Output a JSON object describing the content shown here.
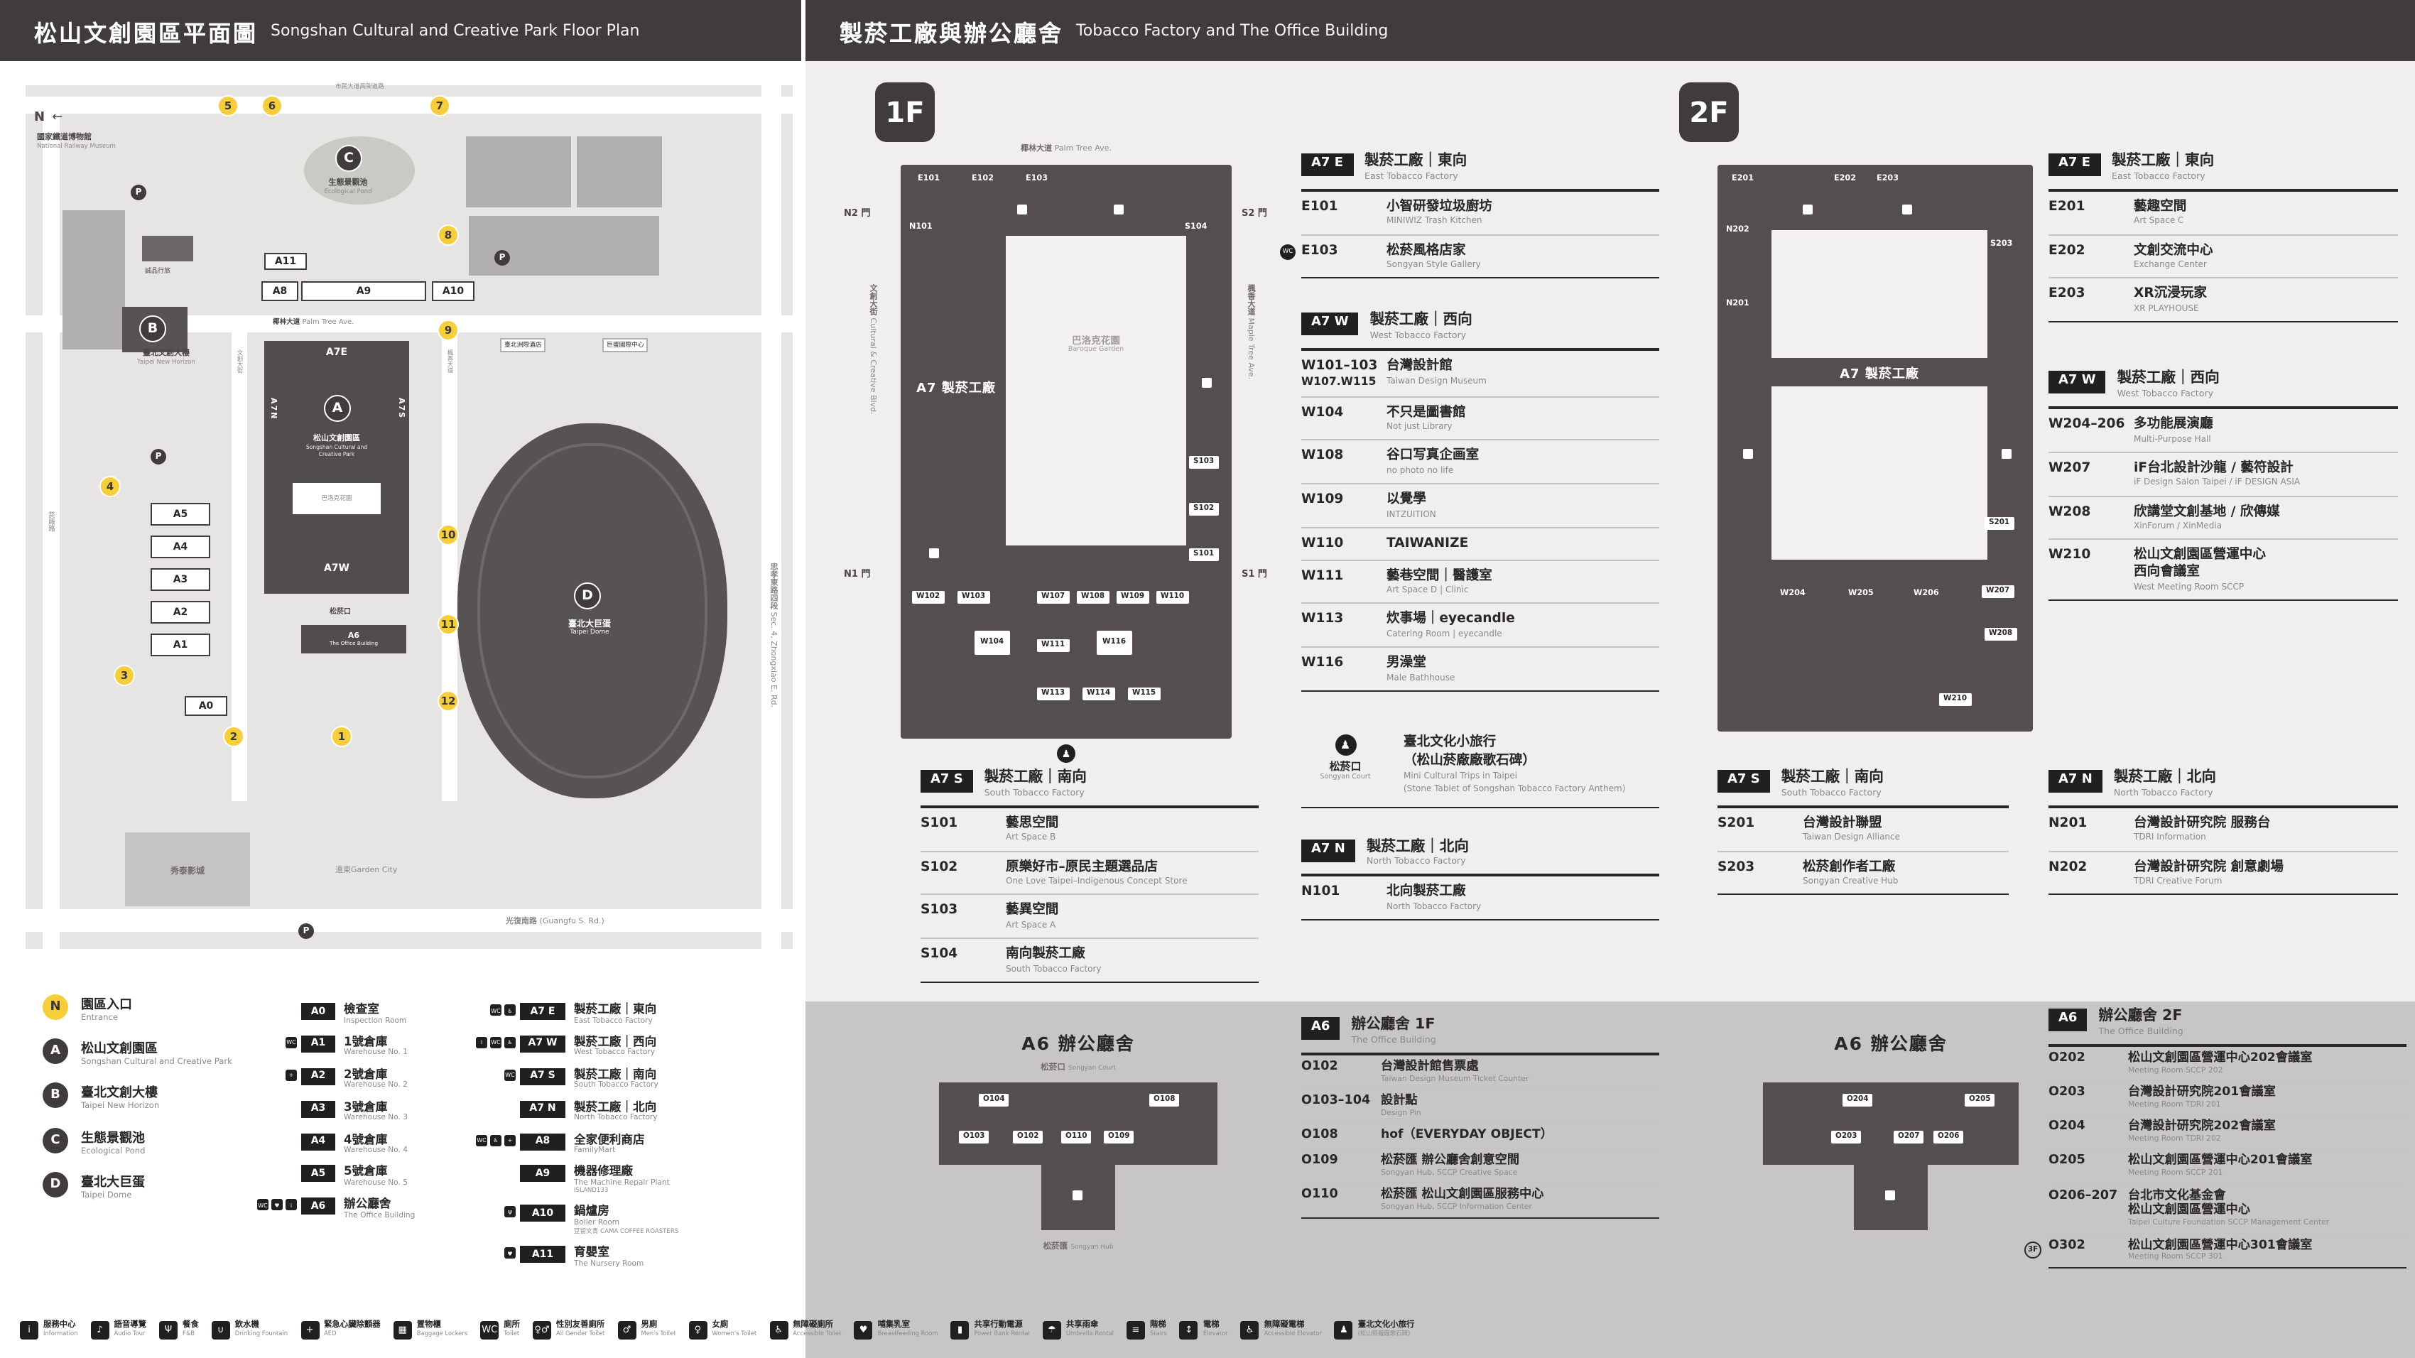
{
  "header": {
    "left": {
      "zh": "松山文創園區平面圖",
      "en": "Songshan Cultural and Creative Park Floor Plan"
    },
    "right": {
      "zh": "製菸工廠與辦公廳舍",
      "en": "Tobacco Factory and The Office Building"
    }
  },
  "colors": {
    "accent_yellow": "#f6cd3a",
    "dark": "#403c3e",
    "band_gray": "#c8c6c5"
  },
  "map": {
    "north": "N",
    "arrow": "←",
    "p": "P",
    "marker_numbers": [
      "1",
      "2",
      "3",
      "4",
      "5",
      "6",
      "7",
      "8",
      "9",
      "10",
      "11",
      "12"
    ],
    "pins": {
      "a": "A",
      "b": "B",
      "c": "C",
      "d": "D"
    },
    "boxes": [
      "A0",
      "A1",
      "A2",
      "A3",
      "A4",
      "A5",
      "A8",
      "A9",
      "A10",
      "A11"
    ],
    "labels": {
      "railway_zh": "國家鐵道博物館",
      "railway_en": "National Railway Museum",
      "eslite": "誠品行旅",
      "pond_zh": "生態景觀池",
      "pond_en": "Ecological Pond",
      "nh_zh": "臺北文創大樓",
      "nh_en": "Taipei New Horizon",
      "park_zh": "松山文創園區",
      "park_en1": "Songshan Cultural and",
      "park_en2": "Creative Park",
      "dome_zh": "臺北大巨蛋",
      "dome_en": "Taipei Dome",
      "a7e": "A7E",
      "a7w": "A7W",
      "a7n": "A7N",
      "a7s": "A7S",
      "office_a6": "A6",
      "office_en": "The Office Building",
      "court": "松菸口",
      "baroque": "巴洛克花園",
      "palm_zh": "椰林大道",
      "palm_en": "Palm Tree Ave.",
      "civic": "市民大道高架道路",
      "zx_zh": "忠孝東路四段",
      "zx_en": "Sec. 4, Zhongxiao E. Rd.",
      "gf_zh": "光復南路",
      "gf_en": "(Guangfu S. Rd.)",
      "yanchang": "菸廠路",
      "cc": "文創大街",
      "maple": "楓香大道",
      "cinema": "秀泰影城",
      "garden_city": "遠東Garden City",
      "hotel": "臺北洲際酒店",
      "dome_intl": "巨蛋國際中心"
    }
  },
  "legend": {
    "entrance": {
      "key": "N",
      "zh": "園區入口",
      "en": "Entrance"
    },
    "areas": [
      {
        "key": "A",
        "zh": "松山文創園區",
        "en": "Songshan Cultural and Creative Park"
      },
      {
        "key": "B",
        "zh": "臺北文創大樓",
        "en": "Taipei New Horizon"
      },
      {
        "key": "C",
        "zh": "生態景觀池",
        "en": "Ecological Pond"
      },
      {
        "key": "D",
        "zh": "臺北大巨蛋",
        "en": "Taipei Dome"
      }
    ],
    "col1": [
      {
        "tag": "A0",
        "zh": "檢查室",
        "en": "Inspection Room"
      },
      {
        "tag": "A1",
        "zh": "1號倉庫",
        "en": "Warehouse No. 1",
        "icons": [
          "WC"
        ]
      },
      {
        "tag": "A2",
        "zh": "2號倉庫",
        "en": "Warehouse No. 2",
        "icons": [
          "+"
        ]
      },
      {
        "tag": "A3",
        "zh": "3號倉庫",
        "en": "Warehouse No. 3"
      },
      {
        "tag": "A4",
        "zh": "4號倉庫",
        "en": "Warehouse No. 4"
      },
      {
        "tag": "A5",
        "zh": "5號倉庫",
        "en": "Warehouse No. 5"
      },
      {
        "tag": "A6",
        "zh": "辦公廳舍",
        "en": "The Office Building",
        "icons": [
          "WC",
          "♥",
          "i"
        ]
      }
    ],
    "col2": [
      {
        "tag": "A7 E",
        "zh": "製菸工廠｜東向",
        "en": "East Tobacco Factory",
        "icons": [
          "WC",
          "♿"
        ]
      },
      {
        "tag": "A7 W",
        "zh": "製菸工廠｜西向",
        "en": "West Tobacco Factory",
        "icons": [
          "i",
          "WC",
          "♿"
        ]
      },
      {
        "tag": "A7 S",
        "zh": "製菸工廠｜南向",
        "en": "South Tobacco Factory",
        "icons": [
          "WC"
        ]
      },
      {
        "tag": "A7 N",
        "zh": "製菸工廠｜北向",
        "en": "North Tobacco Factory"
      },
      {
        "tag": "A8",
        "zh": "全家便利商店",
        "en": "FamilyMart",
        "icons": [
          "WC",
          "♿",
          "+"
        ]
      },
      {
        "tag": "A9",
        "zh": "機器修理廠",
        "en": "The Machine Repair Plant",
        "note": "ISLAND133"
      },
      {
        "tag": "A10",
        "zh": "鍋爐房",
        "en": "Boiler Room",
        "note": "豆留文青 CAMA COFFEE ROASTERS",
        "icons": [
          "Ψ"
        ]
      },
      {
        "tag": "A11",
        "zh": "育嬰室",
        "en": "The Nursery Room",
        "icons": [
          "♥"
        ]
      }
    ]
  },
  "floor1": {
    "badge": "1F",
    "streets": {
      "top_zh": "椰林大道",
      "top_en": "Palm Tree Ave.",
      "left_zh": "文創大街",
      "left_en": "Cultural & Creative Blvd.",
      "right_zh": "楓香大道",
      "right_en": "Maple Tree Ave."
    },
    "gates": {
      "n2": "N2 門",
      "s2": "S2 門",
      "n1": "N1 門",
      "s1": "S1 門"
    },
    "plan": {
      "center": "A7 製菸工廠",
      "garden_zh": "巴洛克花園",
      "garden_en": "Baroque Garden",
      "rooms": [
        "E101",
        "E102",
        "E103",
        "N101",
        "S104",
        "S103",
        "S102",
        "S101",
        "W102",
        "W103",
        "W104",
        "W107",
        "W108",
        "W109",
        "W110",
        "W111",
        "W116",
        "W113",
        "W114",
        "W115"
      ]
    },
    "sections": [
      {
        "tag": "A7 E",
        "zh": "製菸工廠｜東向",
        "en": "East Tobacco Factory",
        "items": [
          {
            "code": "E101",
            "zh": "小智研發垃圾廚坊",
            "en": "MINIWIZ Trash Kitchen"
          },
          {
            "code": "E103",
            "zh": "松菸風格店家",
            "en": "Songyan Style Gallery",
            "icon": "WC"
          }
        ]
      },
      {
        "tag": "A7 W",
        "zh": "製菸工廠｜西向",
        "en": "West Tobacco Factory",
        "items": [
          {
            "code": "W101–103",
            "code2": "W107.W115",
            "zh": "台灣設計館",
            "en": "Taiwan Design Museum"
          },
          {
            "code": "W104",
            "zh": "不只是圖書館",
            "en": "Not just Library"
          },
          {
            "code": "W108",
            "zh": "谷口写真企画室",
            "en": "no photo no life"
          },
          {
            "code": "W109",
            "zh": "以覺學",
            "en": "INTZUITION"
          },
          {
            "code": "W110",
            "zh": "TAIWANIZE"
          },
          {
            "code": "W111",
            "zh": "藝巷空間｜醫護室",
            "en": "Art Space D | Clinic"
          },
          {
            "code": "W113",
            "zh": "炊事場｜eyecandle",
            "en": "Catering Room | eyecandle"
          },
          {
            "code": "W116",
            "zh": "男澡堂",
            "en": "Male Bathhouse"
          }
        ]
      },
      {
        "tag": "A7 S",
        "zh": "製菸工廠｜南向",
        "en": "South Tobacco Factory",
        "items": [
          {
            "code": "S101",
            "zh": "藝思空間",
            "en": "Art Space B"
          },
          {
            "code": "S102",
            "zh": "原樂好市–原民主題選品店",
            "en": "One Love Taipei–Indigenous Concept Store"
          },
          {
            "code": "S103",
            "zh": "藝異空間",
            "en": "Art Space A"
          },
          {
            "code": "S104",
            "zh": "南向製菸工廠",
            "en": "South Tobacco Factory"
          }
        ]
      },
      {
        "tag": "A7 N",
        "zh": "製菸工廠｜北向",
        "en": "North Tobacco Factory",
        "items": [
          {
            "code": "N101",
            "zh": "北向製菸工廠",
            "en": "North Tobacco Factory"
          }
        ]
      }
    ],
    "songyan": {
      "icon": "♟",
      "zh": "松菸口",
      "en": "Songyan Court",
      "t1": "臺北文化小旅行",
      "t2": "（松山菸廠廠歌石碑）",
      "e1": "Mini Cultural Trips in Taipei",
      "e2": "(Stone Tablet of Songshan Tobacco Factory Anthem)"
    }
  },
  "floor2": {
    "badge": "2F",
    "plan": {
      "center": "A7 製菸工廠",
      "rooms": [
        "E201",
        "E202",
        "E203",
        "N202",
        "N201",
        "S203",
        "S201",
        "W204",
        "W205",
        "W206",
        "W207",
        "W208",
        "W210"
      ]
    },
    "sections": [
      {
        "tag": "A7 E",
        "zh": "製菸工廠｜東向",
        "en": "East Tobacco Factory",
        "items": [
          {
            "code": "E201",
            "zh": "藝趣空間",
            "en": "Art Space C"
          },
          {
            "code": "E202",
            "zh": "文創交流中心",
            "en": "Exchange Center"
          },
          {
            "code": "E203",
            "zh": "XR沉浸玩家",
            "en": "XR PLAYHOUSE"
          }
        ]
      },
      {
        "tag": "A7 W",
        "zh": "製菸工廠｜西向",
        "en": "West Tobacco Factory",
        "items": [
          {
            "code": "W204–206",
            "zh": "多功能展演廳",
            "en": "Multi-Purpose Hall"
          },
          {
            "code": "W207",
            "zh": "iF台北設計沙龍 / 藝符設計",
            "en": "iF Design Salon Taipei / iF DESIGN ASIA"
          },
          {
            "code": "W208",
            "zh": "欣講堂文創基地 / 欣傳媒",
            "en": "XinForum / XinMedia"
          },
          {
            "code": "W210",
            "zh": "松山文創園區營運中心",
            "zh2": "西向會議室",
            "en": "West Meeting Room SCCP"
          }
        ]
      },
      {
        "tag": "A7 S",
        "zh": "製菸工廠｜南向",
        "en": "South Tobacco Factory",
        "items": [
          {
            "code": "S201",
            "zh": "台灣設計聯盟",
            "en": "Taiwan Design Alliance"
          },
          {
            "code": "S203",
            "zh": "松菸創作者工廠",
            "en": "Songyan Creative Hub"
          }
        ]
      },
      {
        "tag": "A7 N",
        "zh": "製菸工廠｜北向",
        "en": "North Tobacco Factory",
        "items": [
          {
            "code": "N201",
            "zh": "台灣設計研究院 服務台",
            "en": "TDRI Information"
          },
          {
            "code": "N202",
            "zh": "台灣設計研究院 創意劇場",
            "en": "TDRI Creative Forum"
          }
        ]
      }
    ]
  },
  "office1": {
    "title": "A6 辦公廳舍",
    "tag": "A6",
    "head_zh": "辦公廳舍 1F",
    "head_en": "The Office Building",
    "court_zh": "松菸口",
    "court_en": "Songyan Court",
    "hub_zh": "松菸匯",
    "hub_en": "Songyan Hub",
    "rooms": [
      "O104",
      "O103",
      "O102",
      "O110",
      "O109",
      "O108"
    ],
    "items": [
      {
        "code": "O102",
        "zh": "台灣設計館售票處",
        "en": "Taiwan Design Museum Ticket Counter"
      },
      {
        "code": "O103–104",
        "zh": "設計點",
        "en": "Design Pin"
      },
      {
        "code": "O108",
        "zh": "hof（EVERYDAY OBJECT）"
      },
      {
        "code": "O109",
        "zh": "松菸匯 辦公廳舍創意空間",
        "en": "Songyan Hub, SCCP Creative Space"
      },
      {
        "code": "O110",
        "zh": "松菸匯 松山文創園區服務中心",
        "en": "Songyan Hub, SCCP Information Center"
      }
    ]
  },
  "office2": {
    "title": "A6 辦公廳舍",
    "tag": "A6",
    "head_zh": "辦公廳舍 2F",
    "head_en": "The Office Building",
    "rooms": [
      "O204",
      "O205",
      "O203",
      "O207",
      "O206"
    ],
    "items": [
      {
        "code": "O202",
        "zh": "松山文創園區營運中心202會議室",
        "en": "Meeting Room SCCP 202"
      },
      {
        "code": "O203",
        "zh": "台灣設計研究院201會議室",
        "en": "Meeting Room TDRI 201"
      },
      {
        "code": "O204",
        "zh": "台灣設計研究院202會議室",
        "en": "Meeting Room TDRI 202"
      },
      {
        "code": "O205",
        "zh": "松山文創園區營運中心201會議室",
        "en": "Meeting Room SCCP 201"
      },
      {
        "code": "O206–207",
        "zh": "台北市文化基金會",
        "zh2": "松山文創園區營運中心",
        "en": "Taipei Culture Foundation SCCP Management Center"
      },
      {
        "code": "O302",
        "badge": "3F",
        "zh": "松山文創園區營運中心301會議室",
        "en": "Meeting Room SCCP 301"
      }
    ]
  },
  "footer": {
    "items": [
      {
        "g": "i",
        "zh": "服務中心",
        "en": "Information"
      },
      {
        "g": "♪",
        "zh": "語音導覽",
        "en": "Audio Tour"
      },
      {
        "g": "Ψ",
        "zh": "餐食",
        "en": "F&B"
      },
      {
        "g": "∪",
        "zh": "飲水機",
        "en": "Drinking Fountain"
      },
      {
        "g": "+",
        "zh": "緊急心臟除顫器",
        "en": "AED"
      },
      {
        "g": "▦",
        "zh": "置物櫃",
        "en": "Baggage Lockers"
      },
      {
        "g": "WC",
        "zh": "廁所",
        "en": "Toilet"
      },
      {
        "g": "♀♂",
        "zh": "性別友善廁所",
        "en": "All Gender Toilet"
      },
      {
        "g": "♂",
        "zh": "男廁",
        "en": "Men's Toilet"
      },
      {
        "g": "♀",
        "zh": "女廁",
        "en": "Women's Toilet"
      },
      {
        "g": "♿",
        "zh": "無障礙廁所",
        "en": "Accessible Toilet"
      },
      {
        "g": "♥",
        "zh": "哺集乳室",
        "en": "Breastfeeding Room"
      },
      {
        "g": "▮",
        "zh": "共享行動電源",
        "en": "Power Bank Rental"
      },
      {
        "g": "☂",
        "zh": "共享雨傘",
        "en": "Umbrella Rental"
      },
      {
        "g": "≡",
        "zh": "階梯",
        "en": "Stairs"
      },
      {
        "g": "↕",
        "zh": "電梯",
        "en": "Elevator"
      },
      {
        "g": "♿",
        "zh": "無障礙電梯",
        "en": "Accessible Elevator"
      },
      {
        "g": "♟",
        "zh": "臺北文化小旅行",
        "en": "(松山菸廠廠歌石碑)"
      }
    ]
  }
}
